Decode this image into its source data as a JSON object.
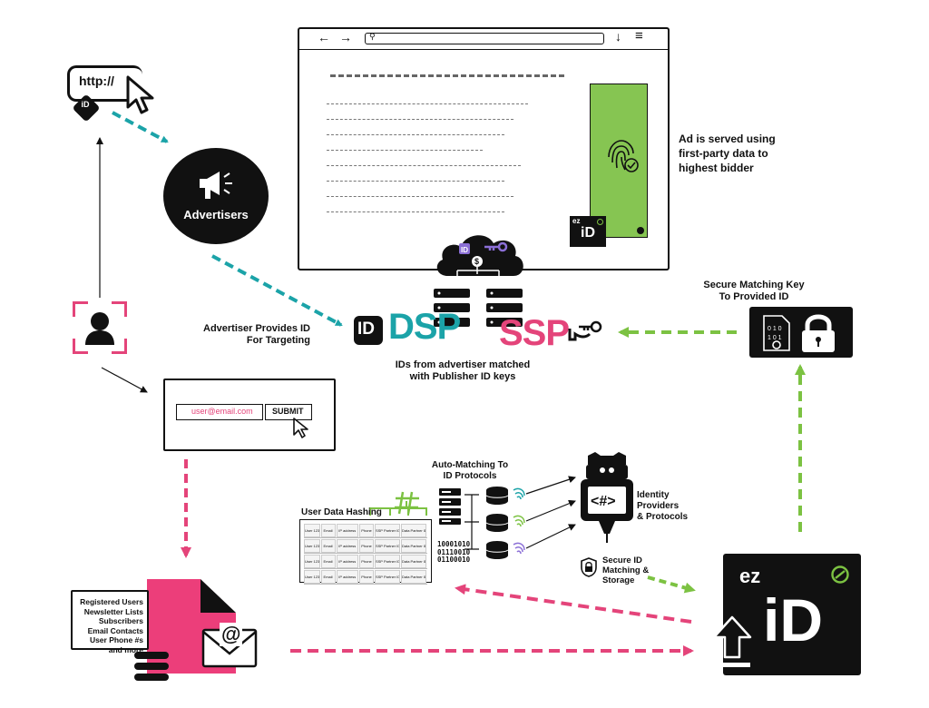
{
  "browser": {
    "url_text": "http://"
  },
  "id_tag": "iD",
  "advertisers": {
    "label": "Advertisers"
  },
  "ad_served": {
    "line1": "Ad is served using",
    "line2": "first-party data to",
    "line3": "highest bidder"
  },
  "ad_badge": {
    "ez": "ez",
    "id": "iD"
  },
  "dsp": {
    "id_box": "ID",
    "label": "DSP"
  },
  "ssp": {
    "label": "SSP"
  },
  "advertiser_provides": {
    "line1": "Advertiser Provides ID",
    "line2": "For Targeting"
  },
  "ids_matched": {
    "line1": "IDs from advertiser matched",
    "line2": "with Publisher ID keys"
  },
  "secure_key": {
    "line1": "Secure Matching Key",
    "line2": "To Provided ID"
  },
  "form": {
    "email_placeholder": "user@email.com",
    "submit_label": "SUBMIT"
  },
  "auto_matching": {
    "line1": "Auto-Matching To",
    "line2": "ID Protocols"
  },
  "user_data_hashing": {
    "title": "User Data Hashing",
    "rows": [
      [
        "User 123",
        "Email",
        "IP address",
        "Phone",
        "SSP Partner ID",
        "Data Partner ID"
      ],
      [
        "User 123",
        "Email",
        "IP address",
        "Phone",
        "SSP Partner ID",
        "Data Partner ID"
      ],
      [
        "User 123",
        "Email",
        "IP address",
        "Phone",
        "SSP Partner ID",
        "Data Partner ID"
      ],
      [
        "User 123",
        "Email",
        "IP address",
        "Phone",
        "SSP Partner ID",
        "Data Partner ID"
      ]
    ]
  },
  "binary": {
    "line1": "10001010",
    "line2": "01110010",
    "line3": "01100010"
  },
  "identity_providers": {
    "line1": "Identity",
    "line2": "Providers",
    "line3": "& Protocols"
  },
  "secure_id": {
    "line1": "Secure  ID",
    "line2": "Matching &",
    "line3": "Storage"
  },
  "ezid": {
    "ez": "ez",
    "id": "iD"
  },
  "registered": {
    "lines": [
      "Registered Users",
      "Newsletter Lists",
      "Subscribers",
      "Email Contacts",
      "User Phone #s",
      "and more"
    ]
  },
  "email_icon_symbol": "@",
  "colors": {
    "teal": "#1ba3a8",
    "pink": "#e4447a",
    "green": "#7cc242",
    "ad_green": "#86c552",
    "black": "#111111",
    "purple": "#8b6fd6"
  },
  "icons": [
    "cursor-icon",
    "megaphone-icon",
    "fingerprint-icon",
    "person-icon",
    "server-icon",
    "cloud-icon",
    "dollar-icon",
    "key-icon",
    "lock-icon",
    "hashtag-icon",
    "database-icon",
    "robot-icon",
    "email-icon",
    "upload-icon"
  ]
}
